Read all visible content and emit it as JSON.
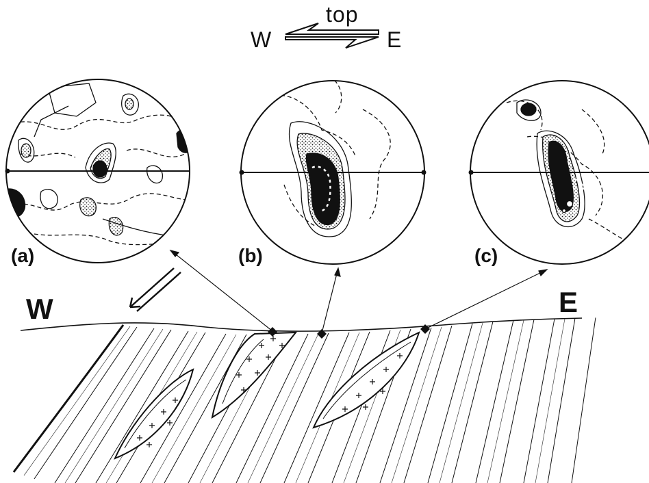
{
  "shear_sense": {
    "top_label": "top",
    "west_label": "W",
    "east_label": "E"
  },
  "panels": [
    {
      "label": "(a)"
    },
    {
      "label": "(b)"
    },
    {
      "label": "(c)"
    }
  ],
  "section": {
    "west_label": "W",
    "east_label": "E"
  },
  "colors": {
    "ink": "#111111",
    "paper": "#ffffff"
  }
}
